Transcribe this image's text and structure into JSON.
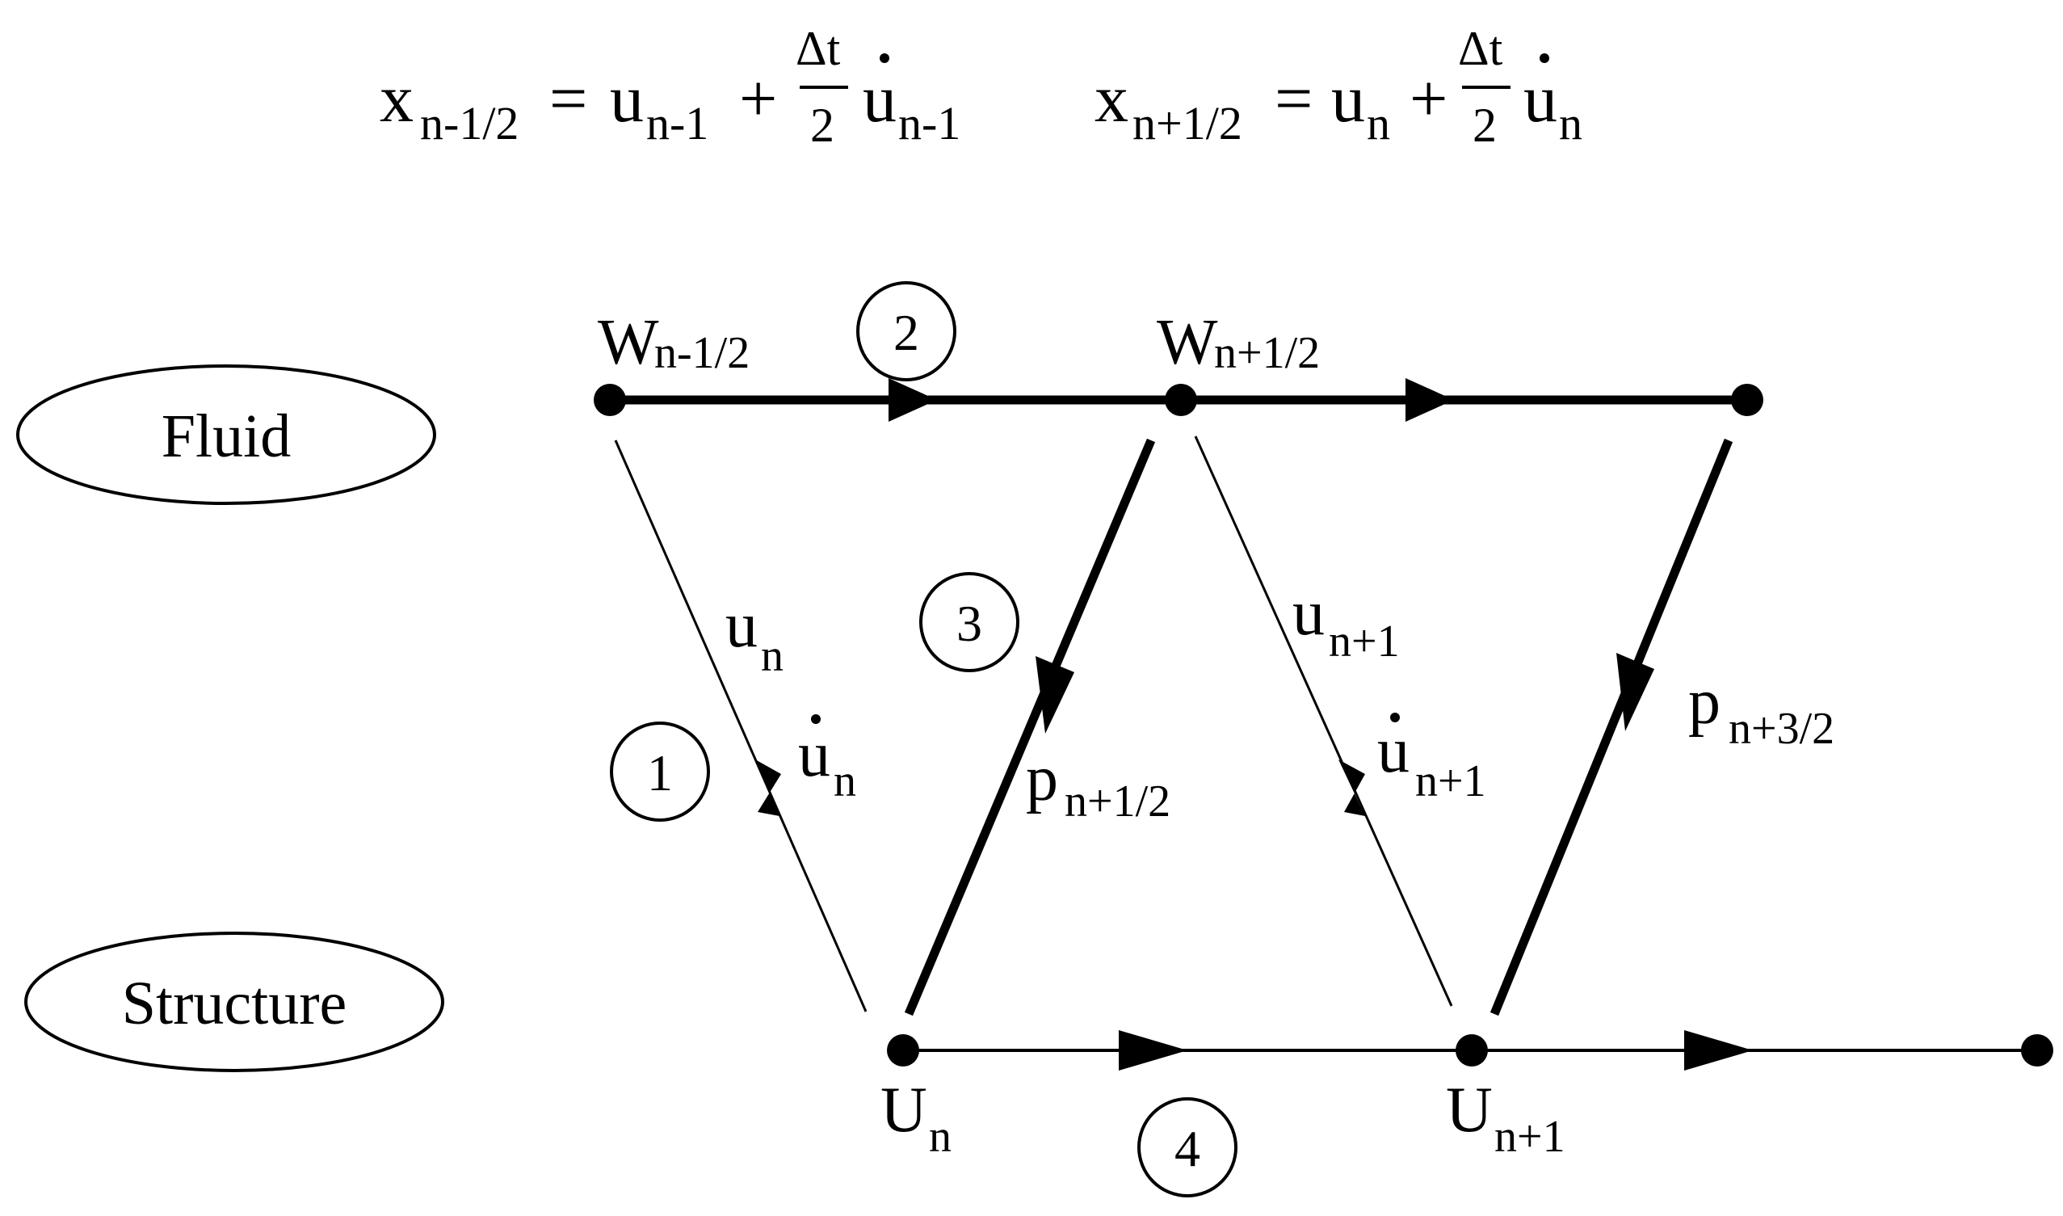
{
  "equations": {
    "left": {
      "lhs_base": "x",
      "lhs_sub": "n-1/2",
      "equals": "=",
      "u_base": "u",
      "u_sub": "n-1",
      "plus": "+",
      "frac_num": "Δt",
      "frac_den": "2",
      "udot_base": "u",
      "udot_sub": "n-1"
    },
    "right": {
      "lhs_base": "x",
      "lhs_sub": "n+1/2",
      "equals": "=",
      "u_base": "u",
      "u_sub": "n",
      "plus": "+",
      "frac_num": "Δt",
      "frac_den": "2",
      "udot_base": "u",
      "udot_sub": "n"
    }
  },
  "rows": {
    "fluid": "Fluid",
    "structure": "Structure"
  },
  "fluid_nodes": {
    "w1_base": "W",
    "w1_sub": "n-1/2",
    "w2_base": "W",
    "w2_sub": "n+1/2"
  },
  "structure_nodes": {
    "u1_base": "U",
    "u1_sub": "n",
    "u2_base": "U",
    "u2_sub": "n+1"
  },
  "transfer_labels": {
    "un_base": "u",
    "un_sub": "n",
    "undot_base": "u",
    "undot_sub": "n",
    "pn12_base": "p",
    "pn12_sub": "n+1/2",
    "un1_base": "u",
    "un1_sub": "n+1",
    "un1dot_base": "u",
    "un1dot_sub": "n+1",
    "pn32_base": "p",
    "pn32_sub": "n+3/2"
  },
  "steps": [
    "1",
    "2",
    "3",
    "4"
  ]
}
